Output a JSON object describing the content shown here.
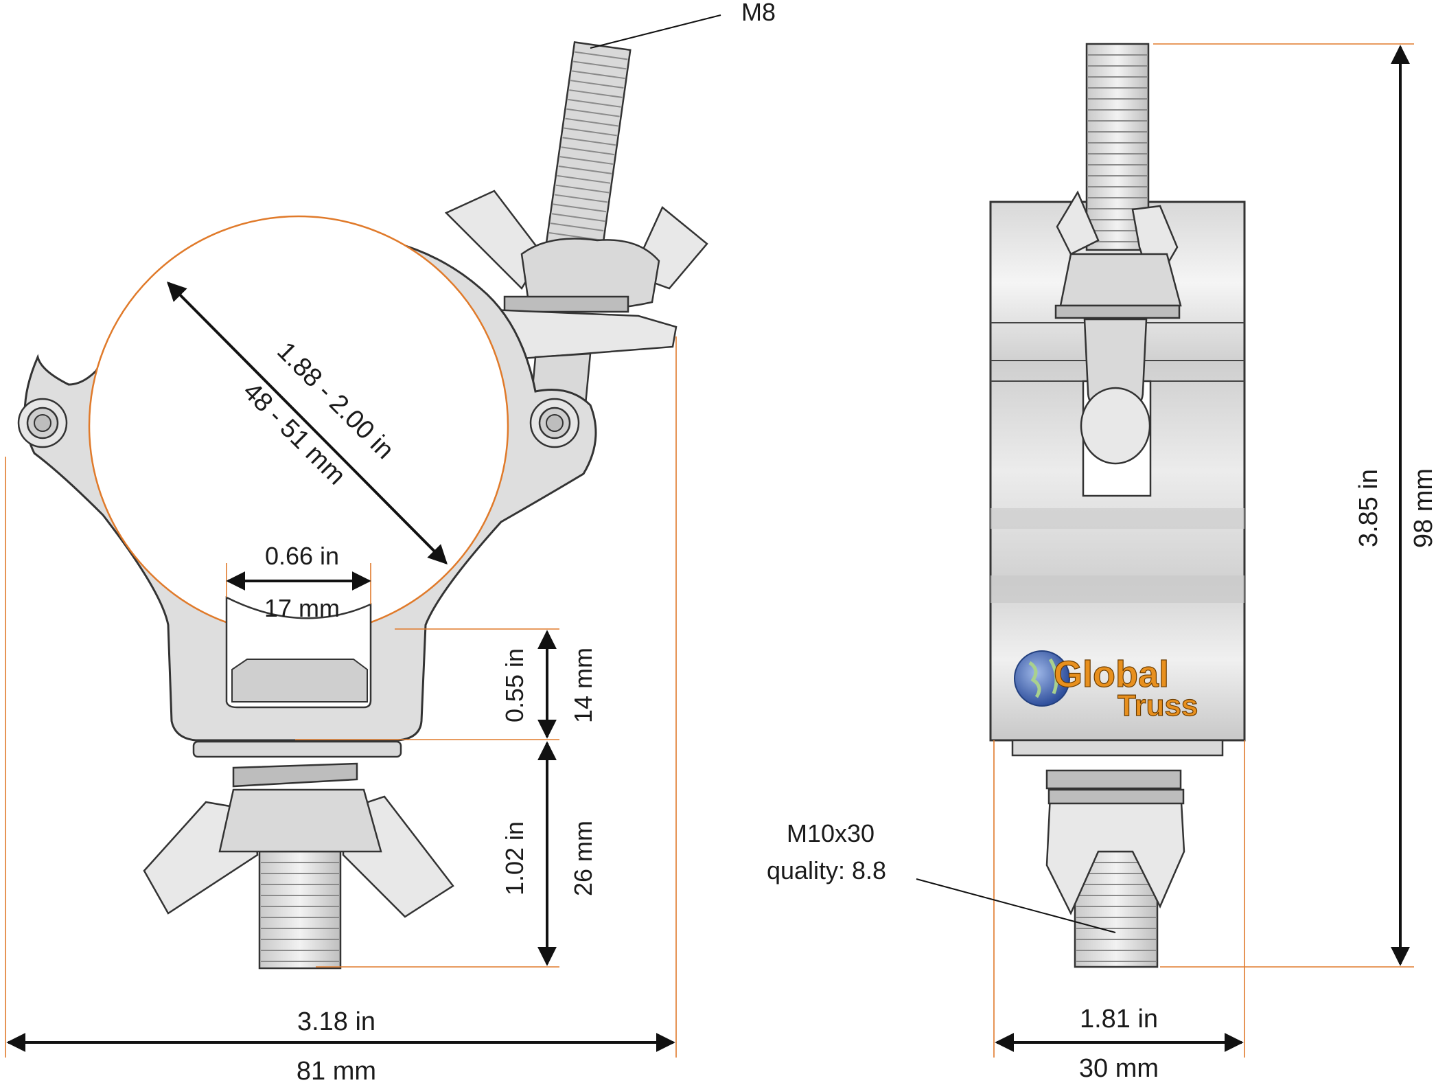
{
  "labels": {
    "bolt_top": "M8",
    "tube_inch": "1.88 - 2.00 in",
    "tube_mm": "48 - 51 mm",
    "slot_inch": "0.66 in",
    "slot_mm": "17 mm",
    "base_inch": "0.55 in",
    "base_mm": "14 mm",
    "bolt_inch": "1.02 in",
    "bolt_mm": "26 mm",
    "width_inch": "3.18 in",
    "width_mm": "81 mm",
    "height_inch": "3.85 in",
    "height_mm": "98 mm",
    "side_inch": "1.81 in",
    "side_mm": "30 mm",
    "bolt_bottom_spec": "M10x30",
    "bolt_quality": "quality: 8.8"
  },
  "brand": {
    "line1": "Global",
    "line2": "Truss"
  },
  "colors": {
    "dimension_line": "#111111",
    "extension_line": "#e07a2a",
    "metal": "#d9d9d9",
    "brand_orange": "#e8901e",
    "brand_globe": "#3a5fb0"
  }
}
